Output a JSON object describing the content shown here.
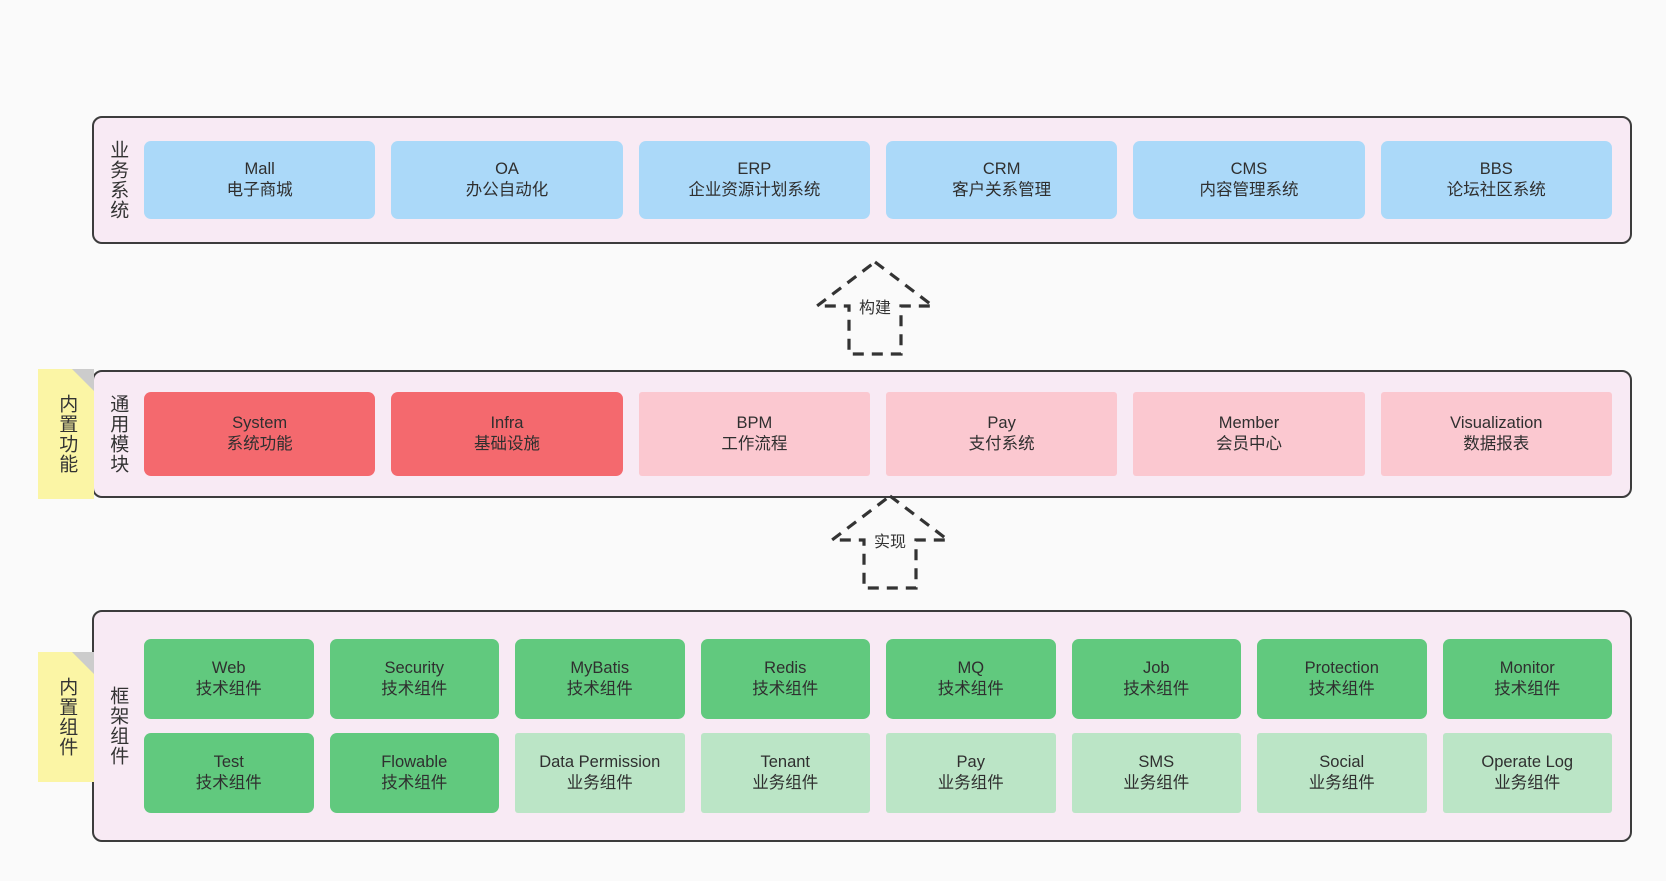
{
  "diagram": {
    "background_color": "#fafafa",
    "panel_fill": "#f8eaf4",
    "panel_border": "#3c3c3c",
    "note_fill": "#fbf5a5",
    "note_fold": "#cccccc"
  },
  "notes": [
    {
      "label": "内置功能",
      "name": "note-builtin-func"
    },
    {
      "label": "内置组件",
      "name": "note-builtin-comp"
    }
  ],
  "connectors": [
    {
      "label": "构建",
      "style": "dashed-hollow-arrow-up",
      "name": "connector-build"
    },
    {
      "label": "实现",
      "style": "dashed-hollow-arrow-up",
      "name": "connector-implement"
    }
  ],
  "layers": [
    {
      "id": "business",
      "caption": "业务系统",
      "accent": "#abd9f9",
      "rows": [
        [
          {
            "title": "Mall",
            "sub": "电子商城",
            "color": "#abd9f9"
          },
          {
            "title": "OA",
            "sub": "办公自动化",
            "color": "#abd9f9"
          },
          {
            "title": "ERP",
            "sub": "企业资源计划系统",
            "color": "#abd9f9"
          },
          {
            "title": "CRM",
            "sub": "客户关系管理",
            "color": "#abd9f9"
          },
          {
            "title": "CMS",
            "sub": "内容管理系统",
            "color": "#abd9f9"
          },
          {
            "title": "BBS",
            "sub": "论坛社区系统",
            "color": "#abd9f9"
          }
        ]
      ]
    },
    {
      "id": "modules",
      "caption": "通用模块",
      "accent": "#f4696e",
      "rows": [
        [
          {
            "title": "System",
            "sub": "系统功能",
            "color": "#f4696e"
          },
          {
            "title": "Infra",
            "sub": "基础设施",
            "color": "#f4696e"
          },
          {
            "title": "BPM",
            "sub": "工作流程",
            "color": "#fbc8d0"
          },
          {
            "title": "Pay",
            "sub": "支付系统",
            "color": "#fbc8d0"
          },
          {
            "title": "Member",
            "sub": "会员中心",
            "color": "#fbc8d0"
          },
          {
            "title": "Visualization",
            "sub": "数据报表",
            "color": "#fbc8d0"
          }
        ]
      ]
    },
    {
      "id": "framework",
      "caption": "框架组件",
      "accent": "#61c97e",
      "rows": [
        [
          {
            "title": "Web",
            "sub": "技术组件",
            "color": "#61c97e"
          },
          {
            "title": "Security",
            "sub": "技术组件",
            "color": "#61c97e"
          },
          {
            "title": "MyBatis",
            "sub": "技术组件",
            "color": "#61c97e"
          },
          {
            "title": "Redis",
            "sub": "技术组件",
            "color": "#61c97e"
          },
          {
            "title": "MQ",
            "sub": "技术组件",
            "color": "#61c97e"
          },
          {
            "title": "Job",
            "sub": "技术组件",
            "color": "#61c97e"
          },
          {
            "title": "Protection",
            "sub": "技术组件",
            "color": "#61c97e"
          },
          {
            "title": "Monitor",
            "sub": "技术组件",
            "color": "#61c97e"
          }
        ],
        [
          {
            "title": "Test",
            "sub": "技术组件",
            "color": "#61c97e"
          },
          {
            "title": "Flowable",
            "sub": "技术组件",
            "color": "#61c97e"
          },
          {
            "title": "Data Permission",
            "sub": "业务组件",
            "color": "#bbe5c6"
          },
          {
            "title": "Tenant",
            "sub": "业务组件",
            "color": "#bbe5c6"
          },
          {
            "title": "Pay",
            "sub": "业务组件",
            "color": "#bbe5c6"
          },
          {
            "title": "SMS",
            "sub": "业务组件",
            "color": "#bbe5c6"
          },
          {
            "title": "Social",
            "sub": "业务组件",
            "color": "#bbe5c6"
          },
          {
            "title": "Operate Log",
            "sub": "业务组件",
            "color": "#bbe5c6"
          }
        ]
      ]
    }
  ]
}
